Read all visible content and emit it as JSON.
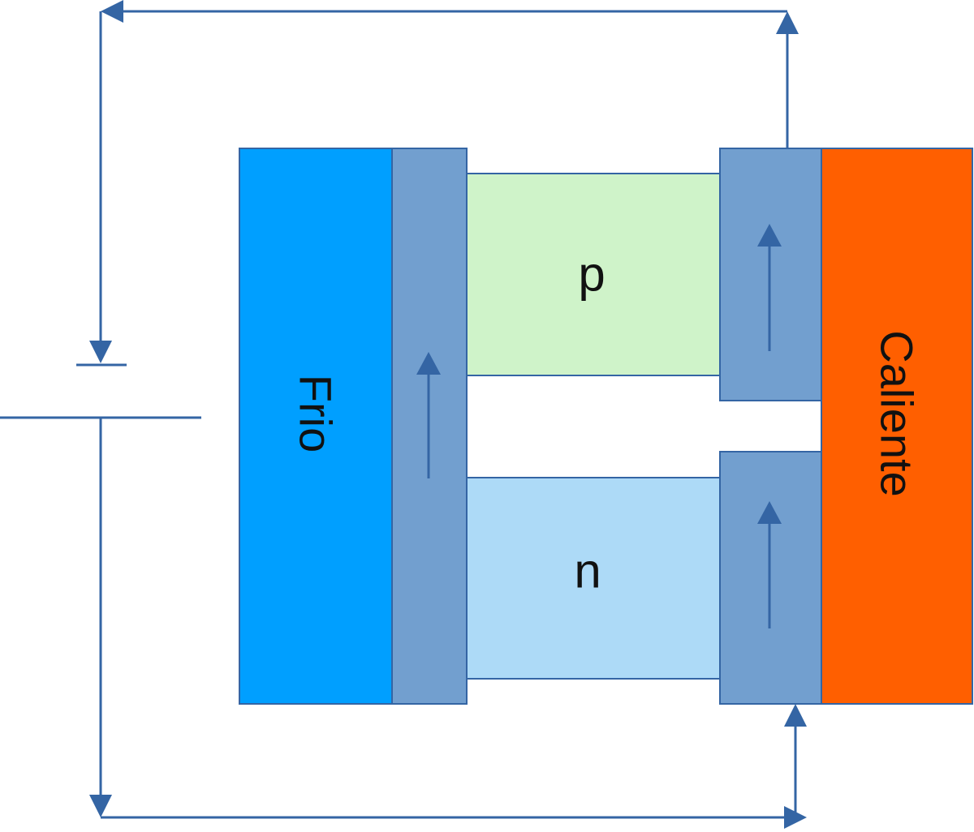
{
  "blocks": {
    "cold": {
      "label": "Frio",
      "color": "#009FFF"
    },
    "hot": {
      "label": "Caliente",
      "color": "#FF5F00"
    }
  },
  "semiconductors": {
    "p": {
      "label": "p",
      "color": "#CFF3C9"
    },
    "n": {
      "label": "n",
      "color": "#ADDAF7"
    }
  },
  "colors": {
    "conductor": "#729FCF",
    "line": "#3465A4",
    "background": "#FFFFFF"
  }
}
